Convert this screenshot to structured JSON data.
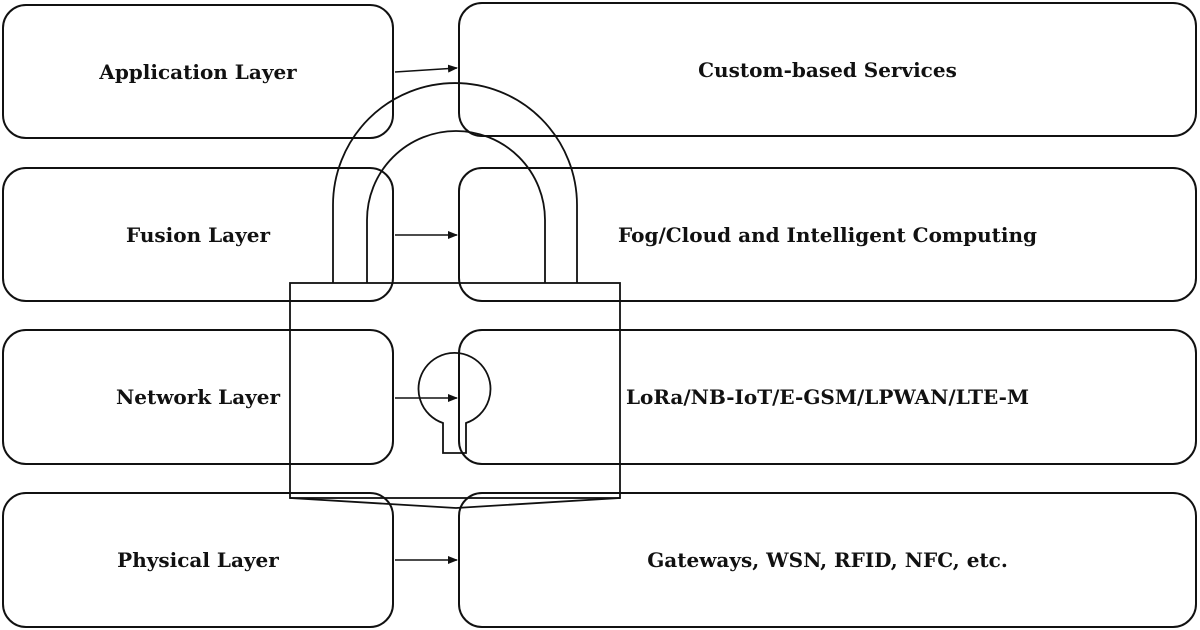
{
  "layers": [
    {
      "label": "Application Layer",
      "detail": "Custom-based Services"
    },
    {
      "label": "Fusion Layer",
      "detail": "Fog/Cloud and Intelligent Computing"
    },
    {
      "label": "Network Layer",
      "detail": "LoRa/NB-IoT/E-GSM/LPWAN/LTE-M"
    },
    {
      "label": "Physical Layer",
      "detail": "Gateways, WSN, RFID, NFC, etc."
    }
  ],
  "overlay_icon": "padlock-icon",
  "colors": {
    "stroke": "#111111",
    "background": "#ffffff"
  }
}
